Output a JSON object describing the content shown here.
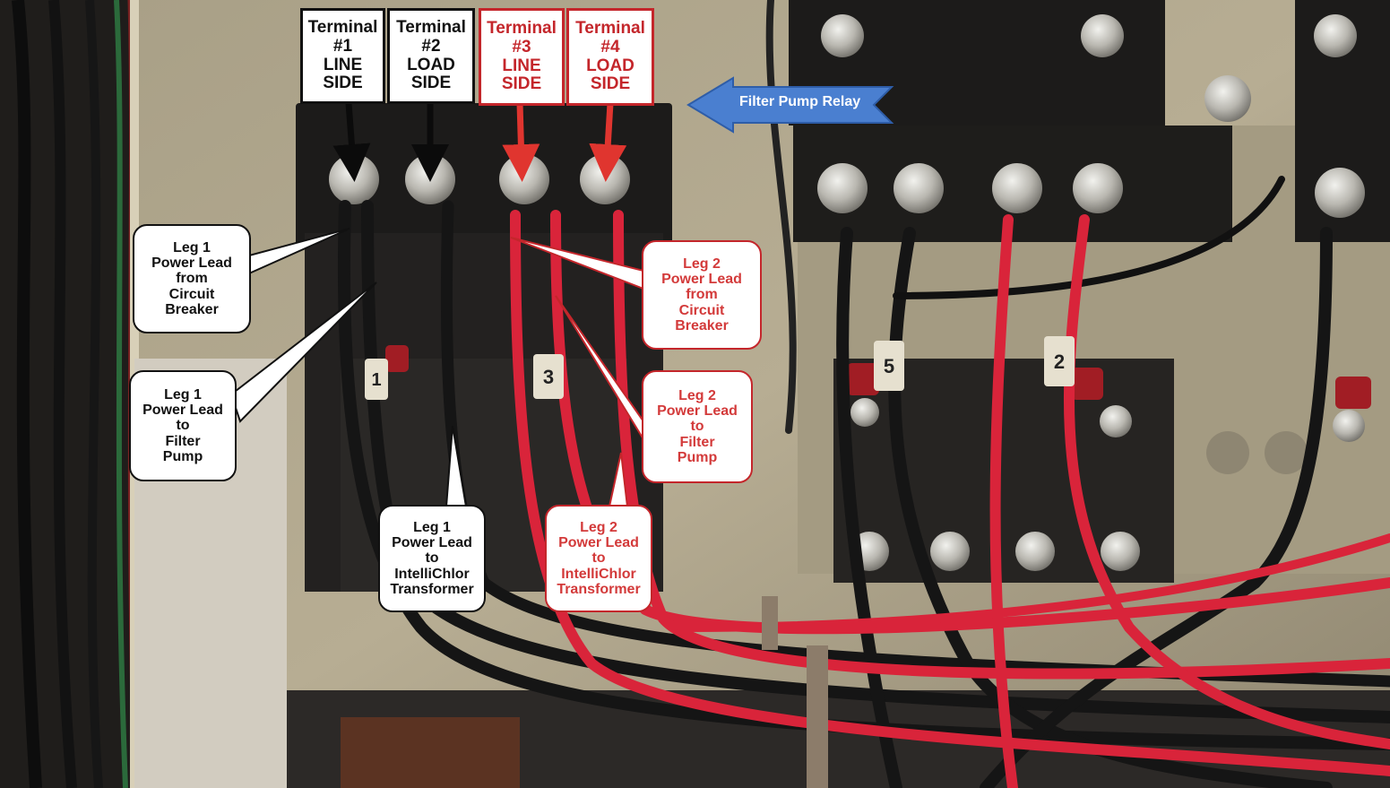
{
  "terminals": [
    {
      "lines": [
        "Terminal",
        "#1",
        "LINE",
        "SIDE"
      ],
      "color": "#111111"
    },
    {
      "lines": [
        "Terminal",
        "#2",
        "LOAD",
        "SIDE"
      ],
      "color": "#111111"
    },
    {
      "lines": [
        "Terminal",
        "#3",
        "LINE",
        "SIDE"
      ],
      "color": "#c4262b"
    },
    {
      "lines": [
        "Terminal",
        "#4",
        "LOAD",
        "SIDE"
      ],
      "color": "#c4262b"
    }
  ],
  "callouts": {
    "leg1_breaker": [
      "Leg 1",
      "Power Lead",
      "from",
      "Circuit",
      "Breaker"
    ],
    "leg1_pump": [
      "Leg 1",
      "Power Lead",
      "to",
      "Filter",
      "Pump"
    ],
    "leg1_transformer": [
      "Leg 1",
      "Power Lead",
      "to",
      "IntelliChlor",
      "Transformer"
    ],
    "leg2_breaker": [
      "Leg 2",
      "Power Lead",
      "from",
      "Circuit",
      "Breaker"
    ],
    "leg2_pump": [
      "Leg 2",
      "Power Lead",
      "to",
      "Filter",
      "Pump"
    ],
    "leg2_transformer": [
      "Leg 2",
      "Power Lead",
      "to",
      "IntelliChlor",
      "Transformer"
    ]
  },
  "relay_arrow_label": "Filter Pump Relay",
  "wire_markers": [
    "1",
    "3",
    "5",
    "2"
  ],
  "colors": {
    "panel_beige": "#b7ad93",
    "relay_black": "#1c1b1a",
    "wire_red": "#d9243a",
    "wire_black": "#151515",
    "annotation_black": "#111111",
    "annotation_red": "#c4262b",
    "arrow_blue": "#4a7fd0"
  }
}
